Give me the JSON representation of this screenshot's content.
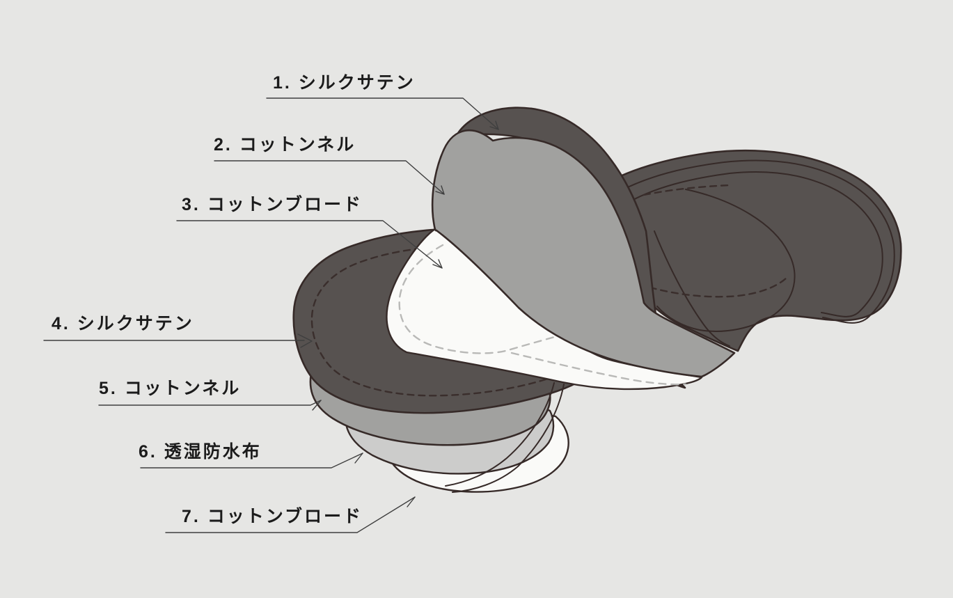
{
  "diagram": {
    "kind": "layered-fabric-exploded-view",
    "labels": [
      {
        "id": "1",
        "text": "1. シルクサテン",
        "material": "シルクサテン"
      },
      {
        "id": "2",
        "text": "2. コットンネル",
        "material": "コットンネル"
      },
      {
        "id": "3",
        "text": "3. コットンブロード",
        "material": "コットンブロード"
      },
      {
        "id": "4",
        "text": "4. シルクサテン",
        "material": "シルクサテン"
      },
      {
        "id": "5",
        "text": "5. コットンネル",
        "material": "コットンネル"
      },
      {
        "id": "6",
        "text": "6. 透湿防水布",
        "material": "透湿防水布"
      },
      {
        "id": "7",
        "text": "7. コットンブロード",
        "material": "コットンブロード"
      }
    ],
    "colors": {
      "background": "#e6e6e4",
      "fabric_dark": "#575250",
      "fabric_gray": "#a1a19f",
      "fabric_light_gray": "#cccccb",
      "fabric_white": "#fafaf8",
      "outline": "#362a28",
      "stitch_dark": "#3a2e2c",
      "stitch_light": "#b9b9b7",
      "leader_line": "#3f3f3f",
      "label_text": "#1b1b1b"
    }
  }
}
